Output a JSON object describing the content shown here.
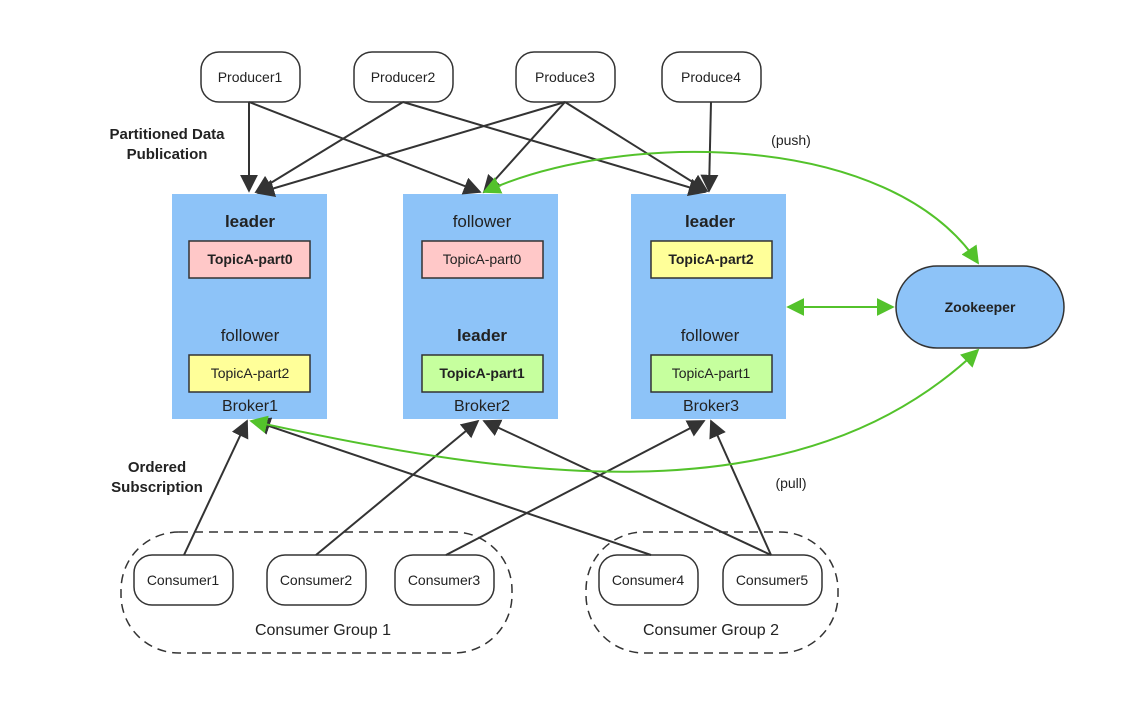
{
  "colors": {
    "broker_fill": "#8dc3f8",
    "leader_partition": "#ffc8c8",
    "yellow_partition": "#ffff99",
    "green_partition": "#c6ff9e",
    "zookeeper_fill": "#8dc3f8",
    "green_arrow": "#53c22b",
    "dark_arrow": "#333333"
  },
  "producers": [
    "Producer1",
    "Producer2",
    "Produce3",
    "Produce4"
  ],
  "labels": {
    "publication_line1": "Partitioned Data",
    "publication_line2": "Publication",
    "subscription_line1": "Ordered",
    "subscription_line2": "Subscription",
    "push": "(push)",
    "pull": "(pull)",
    "zookeeper": "Zookeeper"
  },
  "brokers": [
    {
      "name": "Broker1",
      "top_role": "leader",
      "top_partition": "TopicA-part0",
      "bottom_role": "follower",
      "bottom_partition": "TopicA-part2"
    },
    {
      "name": "Broker2",
      "top_role": "follower",
      "top_partition": "TopicA-part0",
      "bottom_role": "leader",
      "bottom_partition": "TopicA-part1"
    },
    {
      "name": "Broker3",
      "top_role": "leader",
      "top_partition": "TopicA-part2",
      "bottom_role": "follower",
      "bottom_partition": "TopicA-part1"
    }
  ],
  "consumers": [
    "Consumer1",
    "Consumer2",
    "Consumer3",
    "Consumer4",
    "Consumer5"
  ],
  "groups": [
    "Consumer Group 1",
    "Consumer Group 2"
  ]
}
